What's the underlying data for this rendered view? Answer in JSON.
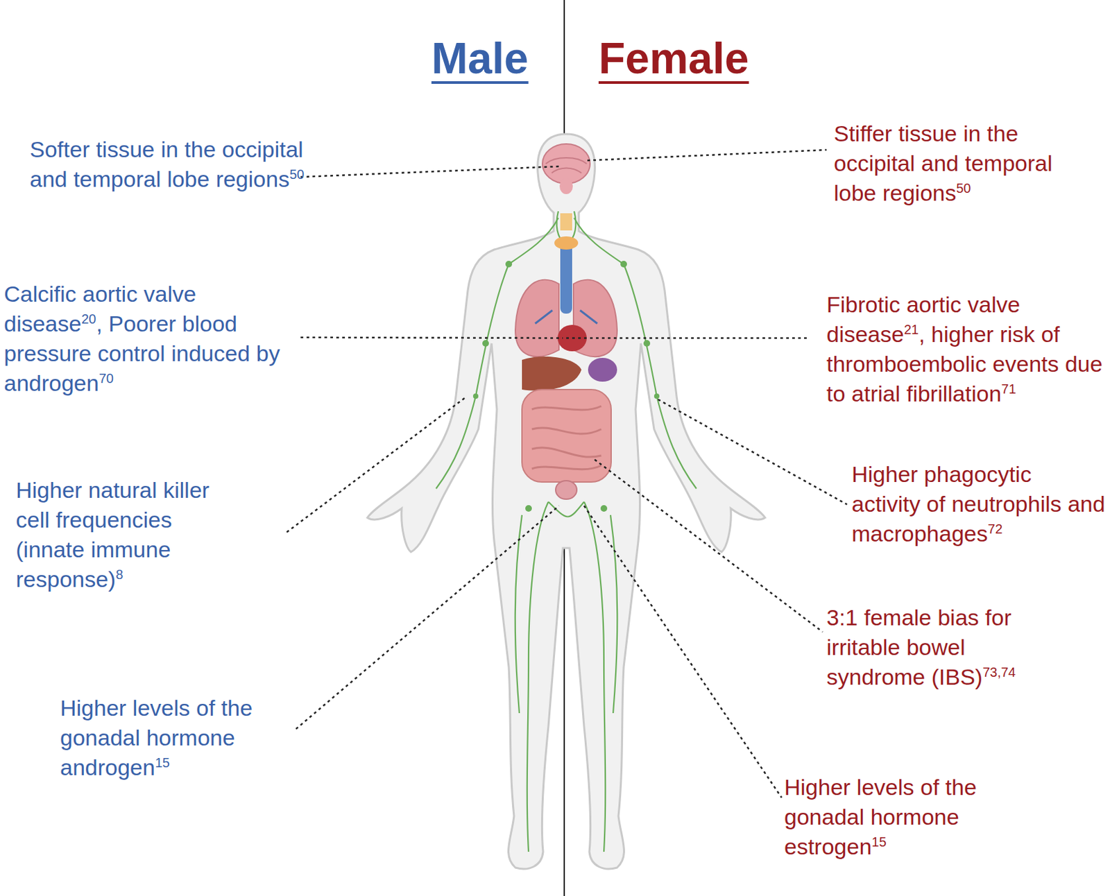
{
  "diagram": {
    "labels": [
      "Male",
      "Female",
      "Softer tissue in the occipital and temporal lobe regions",
      "50",
      "Stiffer tissue in the occipital and temporal lobe regions",
      "50",
      "Calcific aortic valve disease",
      "20",
      ", Poorer blood pressure control induced by androgen",
      "70",
      "Fibrotic aortic valve disease",
      "21",
      ", higher risk of thromboembolic events due to atrial fibrillation",
      "71",
      "Higher natural killer cell frequencies (innate immune response)",
      "8",
      "Higher phagocytic activity of neutrophils and macrophages",
      "72",
      "3:1 female bias for irritable bowel syndrome (IBS)",
      "73,74",
      "Higher levels of the gonadal hormone androgen",
      "15",
      "Higher levels of the gonadal hormone estrogen",
      "15"
    ]
  }
}
